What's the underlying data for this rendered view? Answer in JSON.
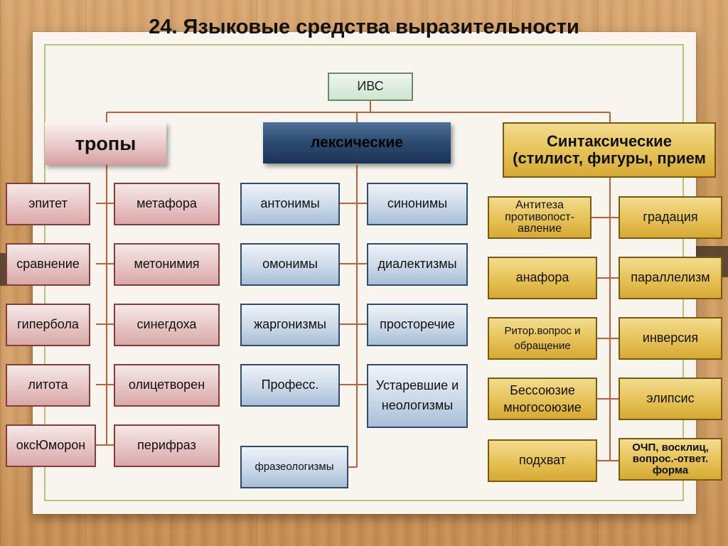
{
  "title": "24. Языковые средства выразительности",
  "root": "ИВС",
  "categories": {
    "tropes": "тропы",
    "lexical": "лексические",
    "syntactic": "Синтаксические (стилист, фигуры, прием"
  },
  "tropes": {
    "left": [
      "эпитет",
      "сравнение",
      "гипербола",
      "литота",
      "оксЮморон"
    ],
    "right": [
      "метафора",
      "метонимия",
      "синегдоха",
      "олицетворен",
      "перифраз"
    ]
  },
  "lexical": {
    "left": [
      "антонимы",
      "омонимы",
      "жаргонизмы",
      "Професс.",
      "фразеологизмы"
    ],
    "right": [
      "синонимы",
      "диалектизмы",
      "просторечие",
      "Устаревшие и неологизмы"
    ]
  },
  "syntactic": {
    "left": [
      "Антитеза противопост-авление",
      "анафора",
      "Ритор.вопрос и обращение",
      "Бессоюзие многосоюзие",
      "подхват"
    ],
    "right": [
      "градация",
      "параллелизм",
      "инверсия",
      "элипсис",
      "ОЧП, восклиц, вопрос.-ответ. форма"
    ]
  },
  "colors": {
    "tropes": "#d9a8a8",
    "lexical": "#2b4a70",
    "syntactic": "#e7c45a",
    "connector": "#c0603a"
  }
}
